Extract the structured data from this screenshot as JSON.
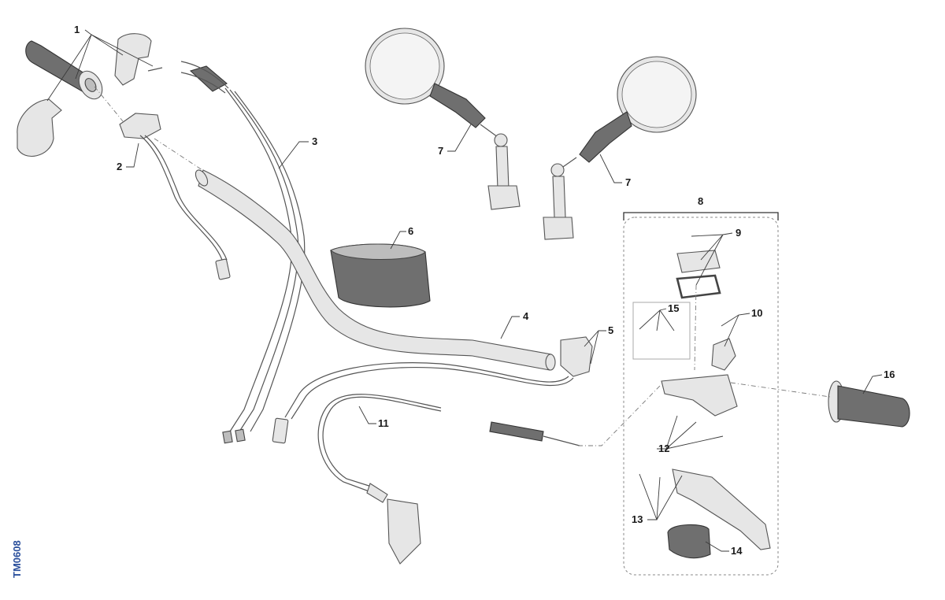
{
  "diagram": {
    "reference_code": "TM0608",
    "group_label": "8",
    "callouts": [
      "1",
      "2",
      "3",
      "4",
      "5",
      "6",
      "7",
      "7",
      "8",
      "9",
      "10",
      "11",
      "12",
      "13",
      "14",
      "15",
      "16"
    ]
  }
}
